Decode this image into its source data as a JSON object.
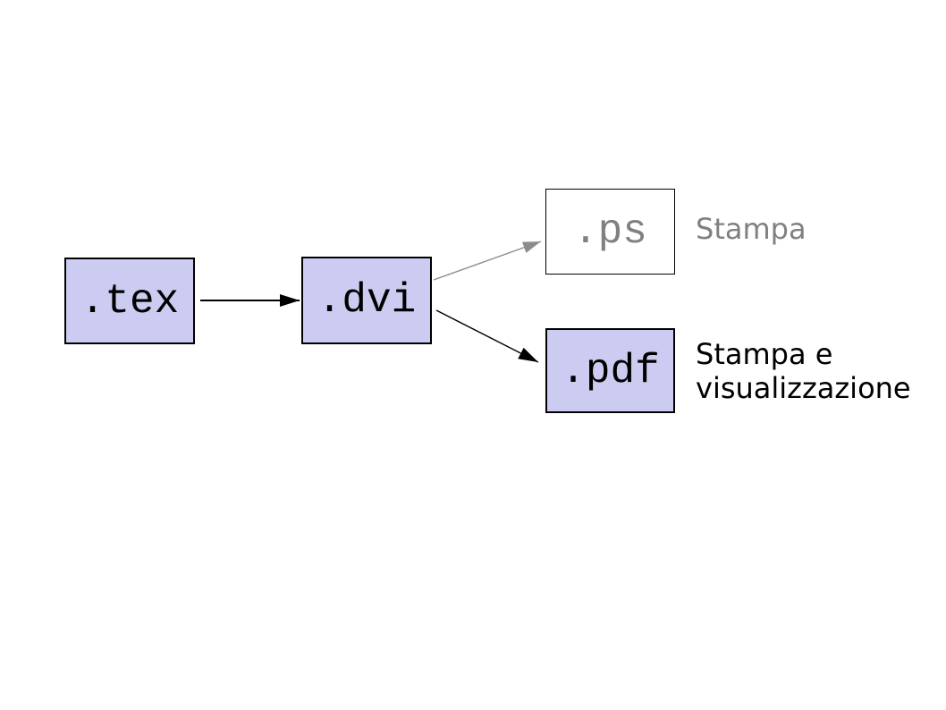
{
  "diagram": {
    "description": "LaTeX file conversion flow",
    "nodes": {
      "tex": {
        "label": ".tex"
      },
      "dvi": {
        "label": ".dvi"
      },
      "ps": {
        "label": ".ps"
      },
      "pdf": {
        "label": ".pdf"
      }
    },
    "annotations": {
      "ps": "Stampa",
      "pdf": "Stampa e visualizzazione"
    },
    "edges": [
      {
        "from": "tex",
        "to": "dvi",
        "color": "#000000",
        "style": "solid-arrow"
      },
      {
        "from": "dvi",
        "to": "ps",
        "color": "#8c8c8c",
        "style": "solid-arrow"
      },
      {
        "from": "dvi",
        "to": "pdf",
        "color": "#000000",
        "style": "solid-arrow"
      }
    ],
    "colors": {
      "node_fill": "#ccccf2",
      "node_border": "#000000",
      "ps_node_fill": "#ffffff",
      "muted_text": "#808080",
      "arrow_black": "#000000",
      "arrow_gray": "#8c8c8c",
      "background": "#ffffff"
    }
  }
}
